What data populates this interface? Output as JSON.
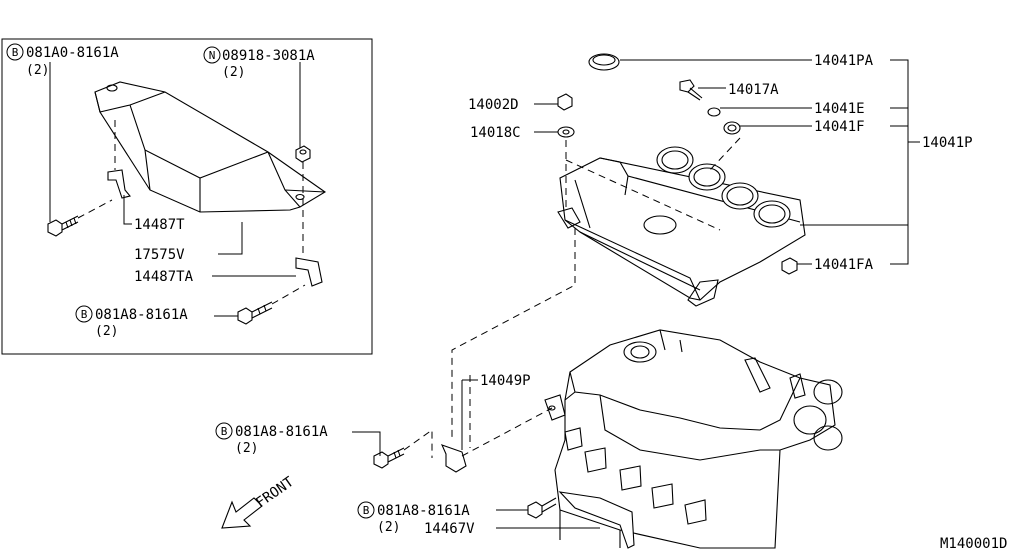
{
  "diagram_code": "M140001D",
  "direction_label": "FRONT",
  "callouts": [
    {
      "id": "081A0-8161A",
      "prefix": "B",
      "qty": "(2)"
    },
    {
      "id": "08918-3081A",
      "prefix": "N",
      "qty": "(2)"
    },
    {
      "id": "14487T"
    },
    {
      "id": "17575V"
    },
    {
      "id": "14487TA"
    },
    {
      "id": "081A8-8161A",
      "prefix": "B",
      "qty": "(2)"
    },
    {
      "id": "14041PA"
    },
    {
      "id": "14017A"
    },
    {
      "id": "14002D"
    },
    {
      "id": "14041E"
    },
    {
      "id": "14018C"
    },
    {
      "id": "14041F"
    },
    {
      "id": "14041P"
    },
    {
      "id": "14041FA"
    },
    {
      "id": "14049P"
    },
    {
      "id": "081A8-8161A",
      "prefix": "B",
      "qty": "(2)"
    },
    {
      "id": "081A8-8161A",
      "prefix": "B",
      "qty": "(2)"
    },
    {
      "id": "14467V"
    }
  ]
}
